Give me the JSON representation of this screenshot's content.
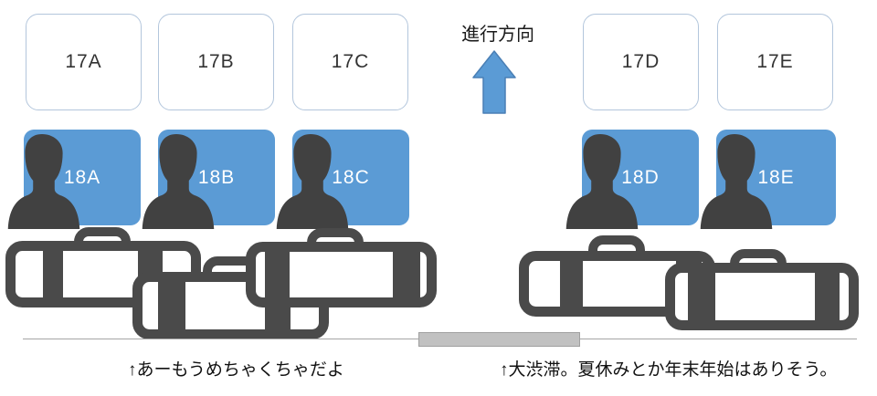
{
  "direction": {
    "label": "進行方向"
  },
  "seats": {
    "row17": [
      {
        "label": "17A",
        "occupied": false
      },
      {
        "label": "17B",
        "occupied": false
      },
      {
        "label": "17C",
        "occupied": false
      },
      {
        "label": "17D",
        "occupied": false
      },
      {
        "label": "17E",
        "occupied": false
      }
    ],
    "row18": [
      {
        "label": "18A",
        "occupied": true
      },
      {
        "label": "18B",
        "occupied": true
      },
      {
        "label": "18C",
        "occupied": true
      },
      {
        "label": "18D",
        "occupied": true
      },
      {
        "label": "18E",
        "occupied": true
      }
    ]
  },
  "luggage": {
    "left_pile_count": 3,
    "right_pile_count": 2
  },
  "captions": {
    "left": "↑あーもうめちゃくちゃだよ",
    "right": "↑大渋滞。夏休みとか年末年始はありそう。"
  },
  "colors": {
    "seat_occupied_fill": "#5b9bd5",
    "seat_empty_border": "#b3c6dc",
    "silhouette": "#414141",
    "luggage": "#4a4a4a",
    "arrow_fill": "#5b9bd5",
    "arrow_border": "#4a7fb5",
    "platform_bar": "#c1c1c1",
    "floor_line": "#a6a6a6"
  }
}
